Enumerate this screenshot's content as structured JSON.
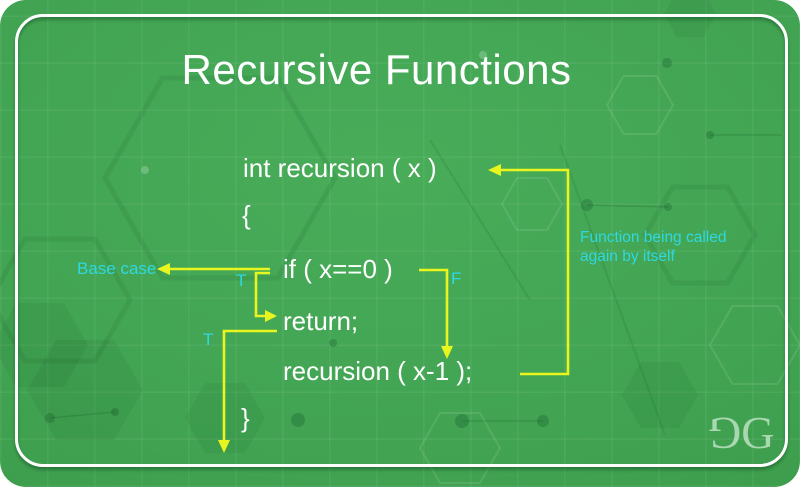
{
  "title": "Recursive Functions",
  "code": {
    "lines": [
      "int recursion ( x )",
      "{",
      "if ( x==0 )",
      "return;",
      "recursion ( x-1 );",
      "}"
    ]
  },
  "annotations": {
    "base_case": "Base case",
    "true_branch_if": "T",
    "true_branch_return": "T",
    "false_branch": "F",
    "recursion_note": "Function being called again by itself"
  },
  "logo": {
    "left_glyph": "G",
    "right_glyph": "G"
  },
  "colors": {
    "card_green": "#3fa050",
    "card_green_light": "#48ac59",
    "card_green_dark": "#33903f",
    "arrow_yellow": "#e9f51f",
    "annotation_cyan": "#2fd8e2",
    "code_text_white": "#ffffff",
    "frame_border_white": "#ffffff",
    "logo_tint": "#cfe8d2"
  }
}
